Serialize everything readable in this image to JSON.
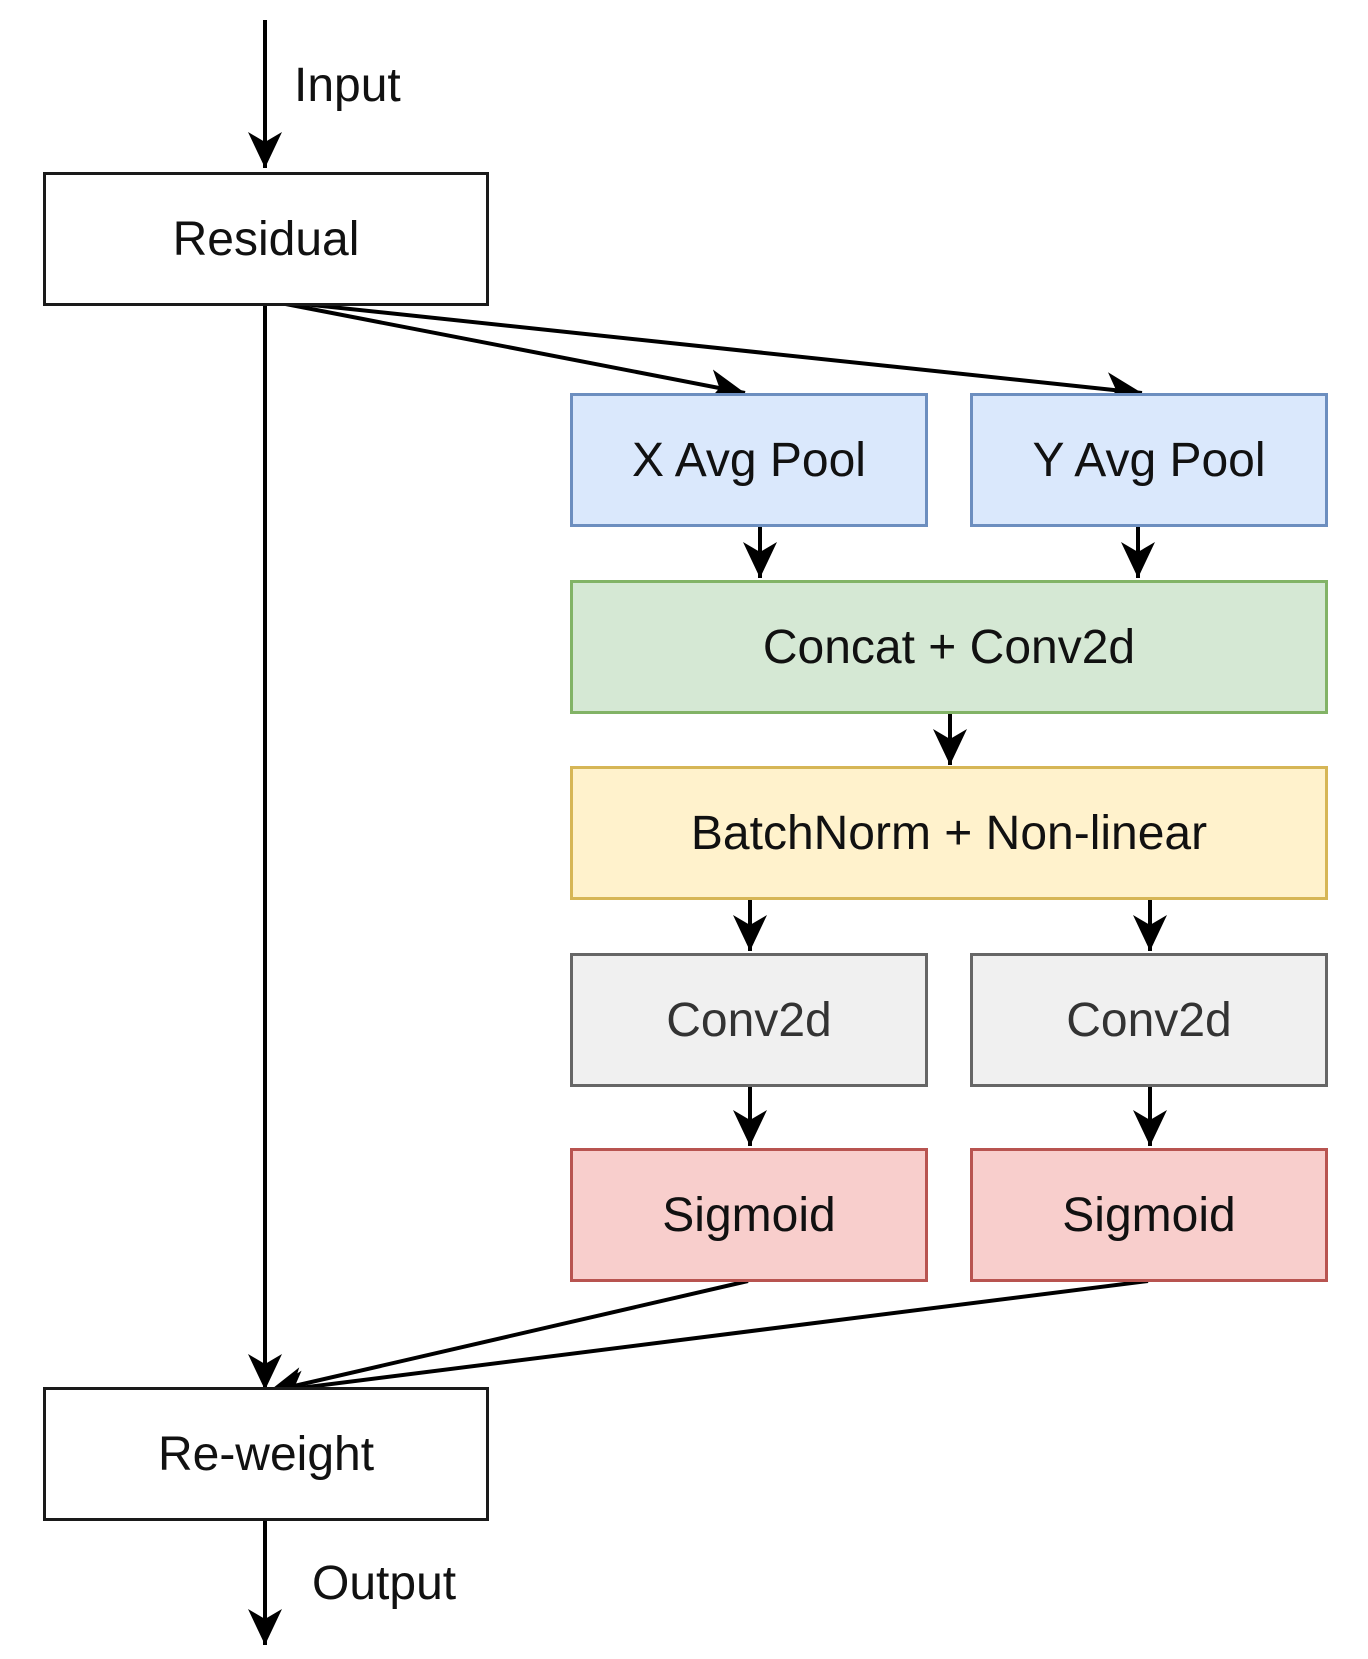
{
  "nodes": {
    "residual": "Residual",
    "x_avg_pool": "X Avg Pool",
    "y_avg_pool": "Y Avg Pool",
    "concat_conv2d": "Concat + Conv2d",
    "batchnorm_nonlinear": "BatchNorm + Non-linear",
    "conv2d_left": "Conv2d",
    "conv2d_right": "Conv2d",
    "sigmoid_left": "Sigmoid",
    "sigmoid_right": "Sigmoid",
    "reweight": "Re-weight"
  },
  "labels": {
    "input": "Input",
    "output": "Output"
  },
  "colors": {
    "blue_fill": "#dae8fc",
    "blue_stroke": "#6c8ebf",
    "green_fill": "#d5e8d4",
    "green_stroke": "#82b366",
    "yellow_fill": "#fff2cc",
    "yellow_stroke": "#d6b656",
    "gray_fill": "#f0f0f0",
    "gray_stroke": "#666666",
    "red_fill": "#f8cecc",
    "red_stroke": "#b85450"
  }
}
